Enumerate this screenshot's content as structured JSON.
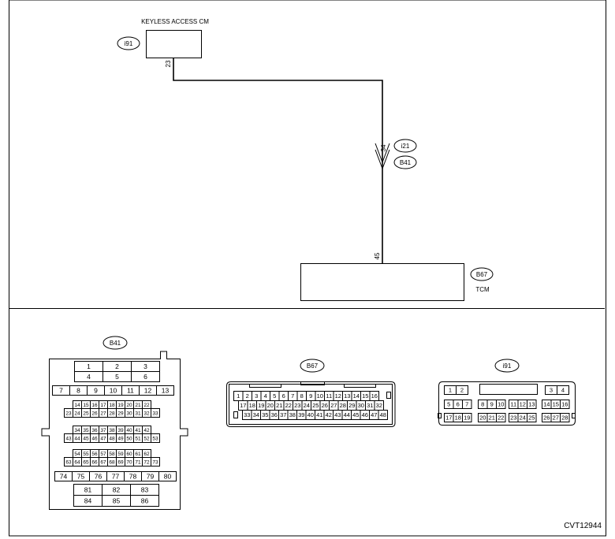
{
  "wiring": {
    "keyless_title": "KEYLESS ACCESS CM",
    "keyless_conn": "i91",
    "keyless_pin": "23",
    "joint_conn_top": "i21",
    "joint_conn_bottom": "B41",
    "joint_pin": "34",
    "tcm_pin": "45",
    "tcm_conn": "B67",
    "tcm_title": "TCM"
  },
  "connectors": {
    "b41": {
      "label": "B41",
      "top_rows": [
        [
          "1",
          "2",
          "3"
        ],
        [
          "4",
          "5",
          "6"
        ]
      ],
      "row3": [
        "7",
        "8",
        "9",
        "10",
        "11",
        "12",
        "13"
      ],
      "g1r1": [
        "14",
        "15",
        "16",
        "17",
        "18",
        "19",
        "20",
        "21",
        "22"
      ],
      "g1r2": [
        "23",
        "24",
        "25",
        "26",
        "27",
        "28",
        "29",
        "30",
        "31",
        "32",
        "33"
      ],
      "g2r1": [
        "34",
        "35",
        "36",
        "37",
        "38",
        "39",
        "40",
        "41",
        "42"
      ],
      "g2r2": [
        "43",
        "44",
        "45",
        "46",
        "47",
        "48",
        "49",
        "50",
        "51",
        "52",
        "53"
      ],
      "g3r1": [
        "54",
        "55",
        "56",
        "57",
        "58",
        "59",
        "60",
        "61",
        "62"
      ],
      "g3r2": [
        "63",
        "64",
        "65",
        "66",
        "67",
        "68",
        "69",
        "70",
        "71",
        "72",
        "73"
      ],
      "row_bot": [
        "74",
        "75",
        "76",
        "77",
        "78",
        "79",
        "80"
      ],
      "bot_rows": [
        [
          "81",
          "82",
          "83"
        ],
        [
          "84",
          "85",
          "86"
        ]
      ]
    },
    "b67": {
      "label": "B67",
      "row1": [
        "1",
        "2",
        "3",
        "4",
        "5",
        "6",
        "7",
        "8",
        "9",
        "10",
        "11",
        "12",
        "13",
        "14",
        "15",
        "16"
      ],
      "row2": [
        "17",
        "18",
        "19",
        "20",
        "21",
        "22",
        "23",
        "24",
        "25",
        "26",
        "27",
        "28",
        "29",
        "30",
        "31",
        "32"
      ],
      "row3": [
        "33",
        "34",
        "35",
        "36",
        "37",
        "38",
        "39",
        "40",
        "41",
        "42",
        "43",
        "44",
        "45",
        "46",
        "47",
        "48"
      ]
    },
    "i91": {
      "label": "i91",
      "r1_left": [
        "1",
        "2"
      ],
      "r1_right": [
        "3",
        "4"
      ],
      "r2_groups": [
        [
          "5",
          "6",
          "7"
        ],
        [
          "8",
          "9",
          "10"
        ],
        [
          "11",
          "12",
          "13"
        ],
        [
          "14",
          "15",
          "16"
        ]
      ],
      "r3_groups": [
        [
          "17",
          "18",
          "19"
        ],
        [
          "20",
          "21",
          "22"
        ],
        [
          "23",
          "24",
          "25"
        ],
        [
          "26",
          "27",
          "28"
        ]
      ]
    }
  },
  "footer": {
    "code": "CVT12944"
  }
}
